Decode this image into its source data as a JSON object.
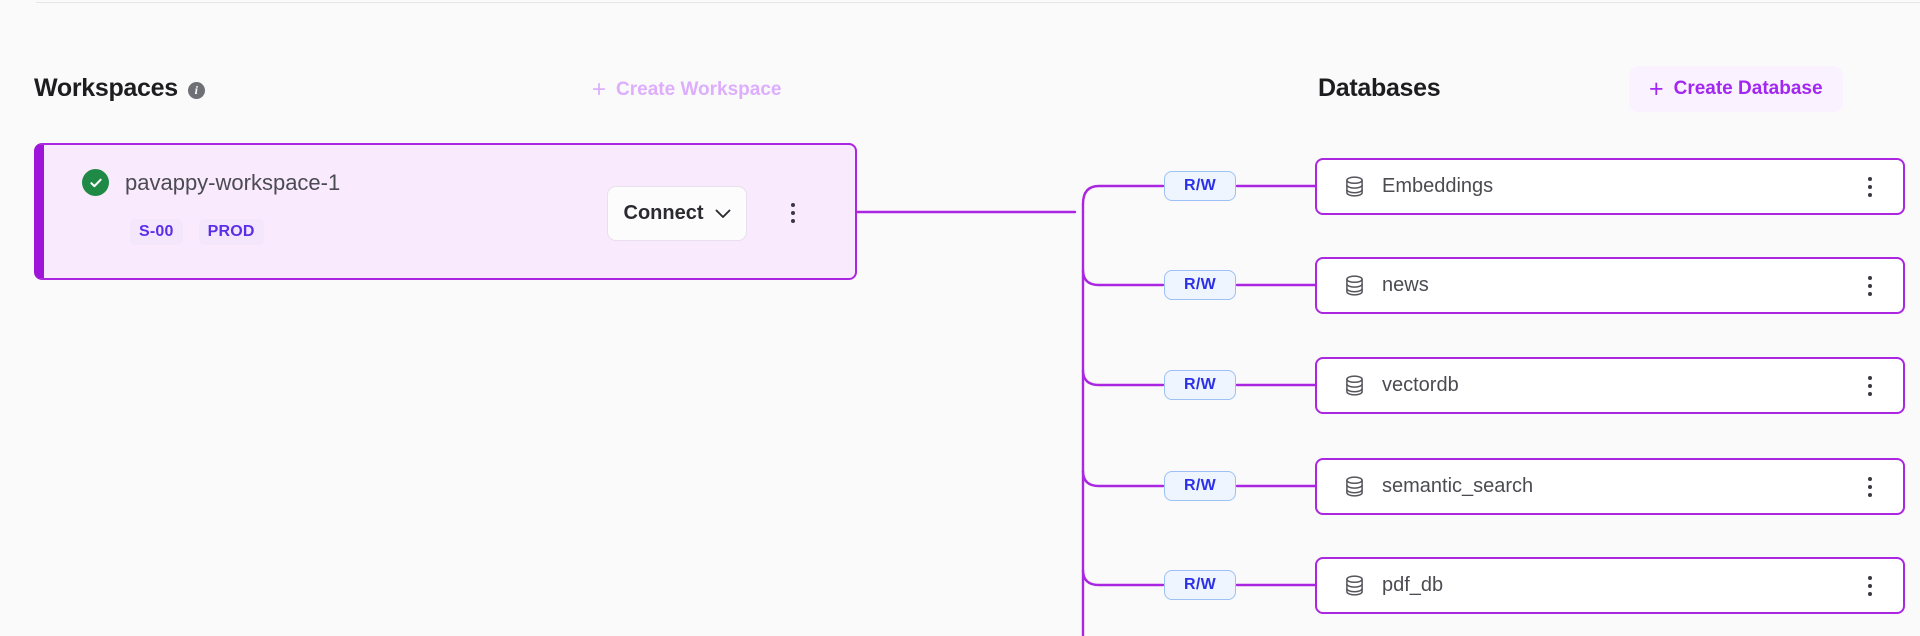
{
  "theme": {
    "background": "#fafafa",
    "accent_purple": "#a227f0",
    "edge_purple": "#ab26e0",
    "card_fill": "#f9eafd",
    "badge_blue_text": "#2c31e8",
    "badge_blue_fill": "#eef5fe",
    "tag_purple_text": "#5b2ee8",
    "status_green": "#1e8a45",
    "muted_purple": "#ddaefc"
  },
  "workspaces": {
    "title": "Workspaces",
    "info_icon": "info-icon",
    "info_glyph": "i",
    "create_label": "Create Workspace",
    "create_plus": "+",
    "items": [
      {
        "name": "pavappy-workspace-1",
        "status_icon": "check-circle-icon",
        "tags": [
          "S-00",
          "PROD"
        ],
        "connect_label": "Connect",
        "connect_chevron": "chevron-down-icon",
        "menu_icon": "kebab-menu-icon"
      }
    ]
  },
  "databases": {
    "title": "Databases",
    "create_label": "Create Database",
    "create_plus": "+",
    "access_badge_label": "R/W",
    "items": [
      {
        "name": "Embeddings",
        "icon": "database-icon",
        "access": "R/W",
        "menu_icon": "kebab-menu-icon"
      },
      {
        "name": "news",
        "icon": "database-icon",
        "access": "R/W",
        "menu_icon": "kebab-menu-icon"
      },
      {
        "name": "vectordb",
        "icon": "database-icon",
        "access": "R/W",
        "menu_icon": "kebab-menu-icon"
      },
      {
        "name": "semantic_search",
        "icon": "database-icon",
        "access": "R/W",
        "menu_icon": "kebab-menu-icon"
      },
      {
        "name": "pdf_db",
        "icon": "database-icon",
        "access": "R/W",
        "menu_icon": "kebab-menu-icon"
      }
    ]
  }
}
